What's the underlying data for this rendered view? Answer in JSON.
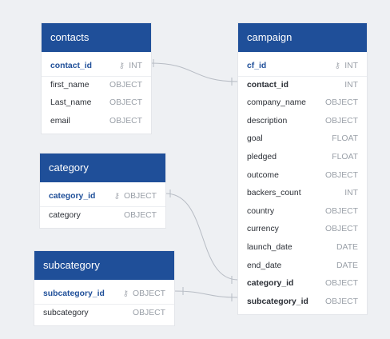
{
  "tables": {
    "contacts": {
      "title": "contacts",
      "fields": [
        {
          "name": "contact_id",
          "type": "INT"
        },
        {
          "name": "first_name",
          "type": "OBJECT"
        },
        {
          "name": "Last_name",
          "type": "OBJECT"
        },
        {
          "name": "email",
          "type": "OBJECT"
        }
      ]
    },
    "category": {
      "title": "category",
      "fields": [
        {
          "name": "category_id",
          "type": "OBJECT"
        },
        {
          "name": "category",
          "type": "OBJECT"
        }
      ]
    },
    "subcategory": {
      "title": "subcategory",
      "fields": [
        {
          "name": "subcategory_id",
          "type": "OBJECT"
        },
        {
          "name": "subcategory",
          "type": "OBJECT"
        }
      ]
    },
    "campaign": {
      "title": "campaign",
      "fields": [
        {
          "name": "cf_id",
          "type": "INT"
        },
        {
          "name": "contact_id",
          "type": "INT"
        },
        {
          "name": "company_name",
          "type": "OBJECT"
        },
        {
          "name": "description",
          "type": "OBJECT"
        },
        {
          "name": "goal",
          "type": "FLOAT"
        },
        {
          "name": "pledged",
          "type": "FLOAT"
        },
        {
          "name": "outcome",
          "type": "OBJECT"
        },
        {
          "name": "backers_count",
          "type": "INT"
        },
        {
          "name": "country",
          "type": "OBJECT"
        },
        {
          "name": "currency",
          "type": "OBJECT"
        },
        {
          "name": "launch_date",
          "type": "DATE"
        },
        {
          "name": "end_date",
          "type": "DATE"
        },
        {
          "name": "category_id",
          "type": "OBJECT"
        },
        {
          "name": "subcategory_id",
          "type": "OBJECT"
        }
      ]
    }
  },
  "icons": {
    "primary_key": "key-icon"
  },
  "colors": {
    "header": "#1f4f99",
    "background": "#eef0f3",
    "connector": "#b7bcc4"
  }
}
